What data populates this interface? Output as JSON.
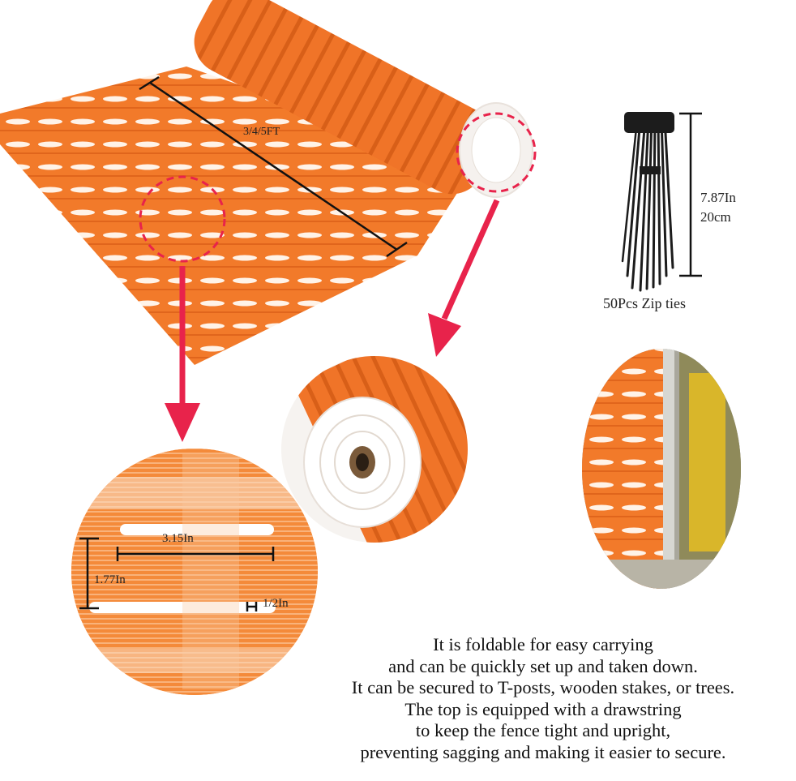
{
  "dimensions": {
    "fence_length": "3/4/5FT",
    "opening_width": "3.15In",
    "mesh_height": "1.77In",
    "strip_gap": "1/2In"
  },
  "zip_ties": {
    "length_in": "7.87In",
    "length_cm": "20cm",
    "caption": "50Pcs Zip ties"
  },
  "description": [
    "It is foldable for easy carrying",
    "and can be quickly set up and taken down.",
    "It can be secured to T-posts, wooden stakes, or trees.",
    "The top is equipped with a drawstring",
    "to keep the fence tight and upright,",
    "preventing sagging and making it easier to secure."
  ],
  "colors": {
    "fence_orange": "#f27a2a",
    "callout_red": "#e8234b",
    "zip_tie_black": "#1c1c1c"
  }
}
